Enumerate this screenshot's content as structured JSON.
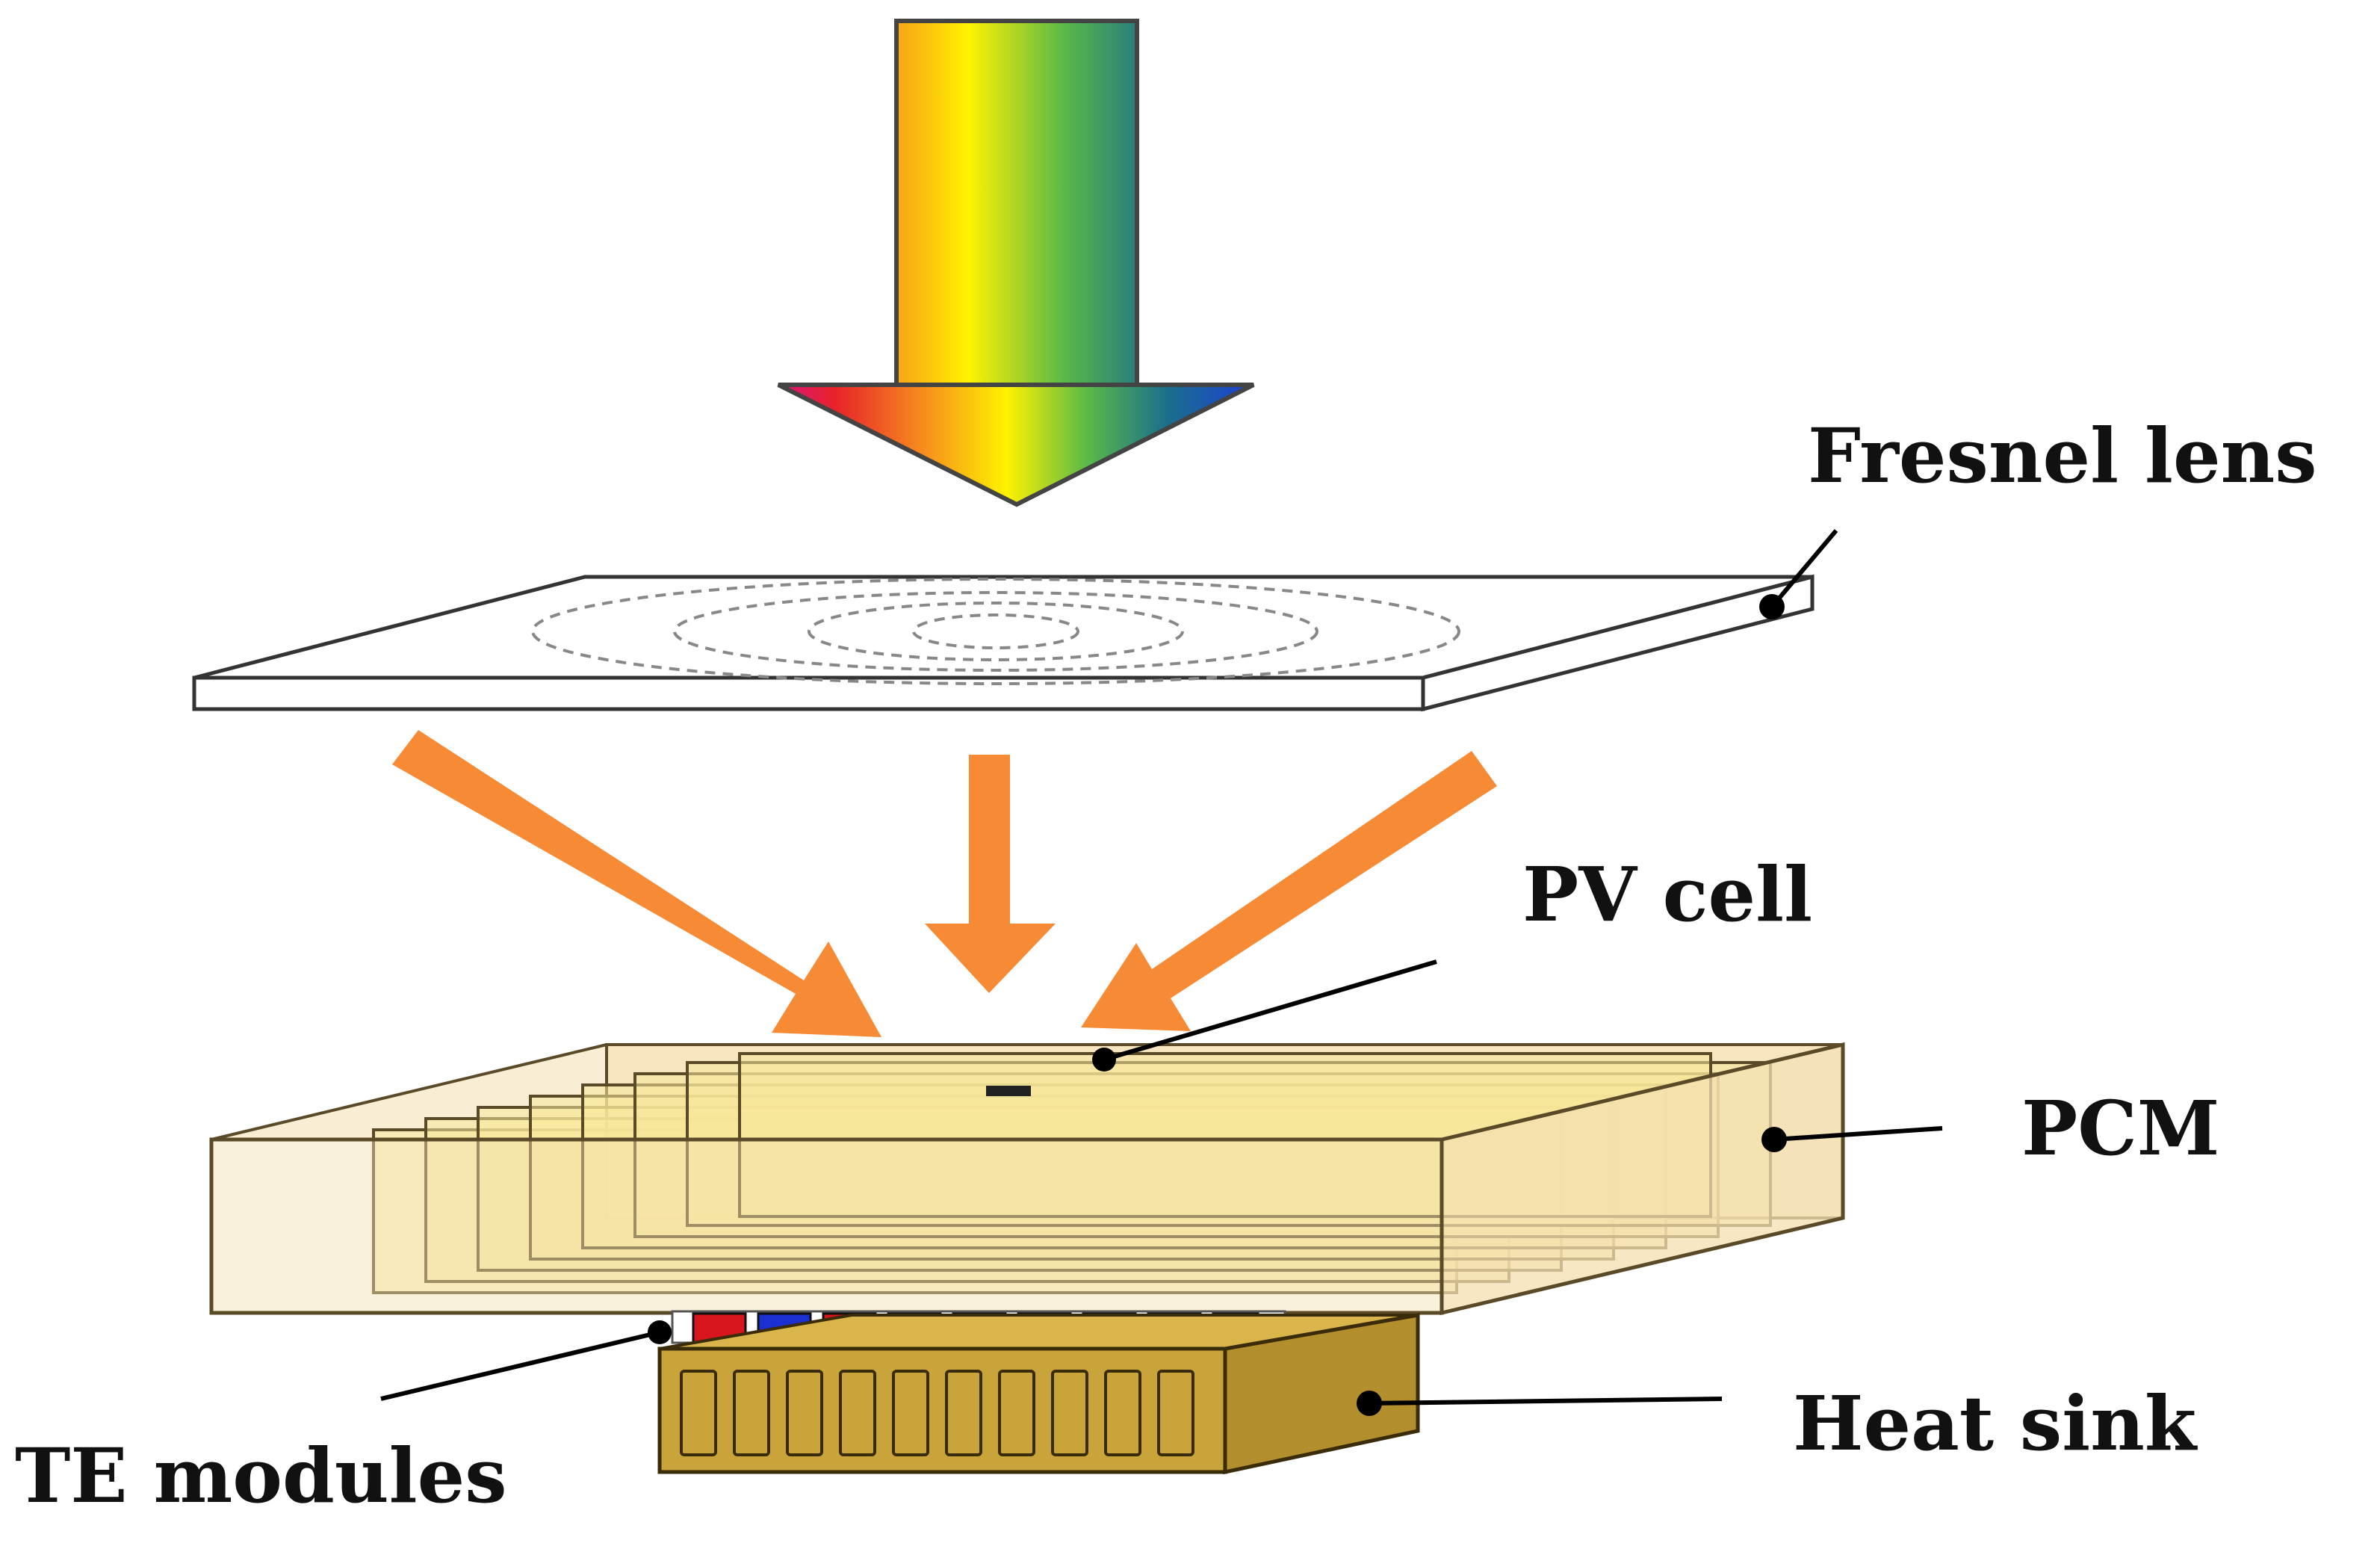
{
  "labels": {
    "fresnel_lens": "Fresnel lens",
    "pv_cell": "PV cell",
    "pcm": "PCM",
    "heat_sink": "Heat sink",
    "te_modules": "TE modules"
  },
  "colors": {
    "focused_ray_arrows": "#f78a35",
    "pcm_box_fill": "#f4dfb0",
    "pcm_fins_fill": "#f7e79a",
    "heat_sink_fill": "#c9a43a",
    "te_red": "#d8141c",
    "te_blue": "#1c2fd1",
    "spectrum": [
      "#e8232a",
      "#f68a1e",
      "#fff200",
      "#5ab947",
      "#1b6e8c",
      "#1c3fd6"
    ]
  },
  "counts": {
    "pcm_fins": 8,
    "heat_sink_slots": 10,
    "te_pellets": 10
  }
}
